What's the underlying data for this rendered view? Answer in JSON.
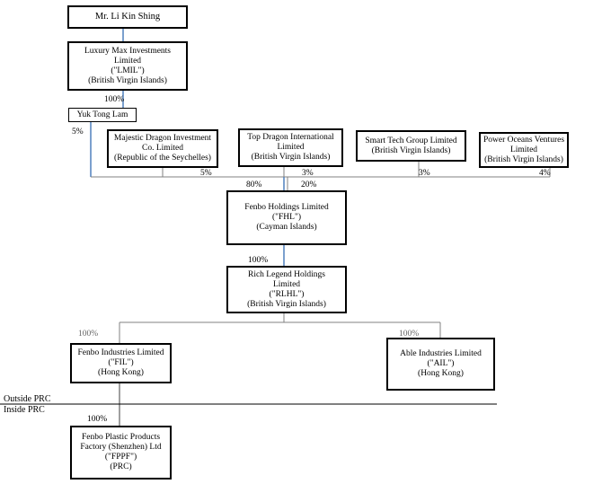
{
  "entities": {
    "li": {
      "lines": [
        "Mr. Li Kin Shing"
      ]
    },
    "lmil": {
      "lines": [
        "Luxury Max Investments",
        "Limited",
        "(\"LMIL\")",
        "(British Virgin Islands)"
      ]
    },
    "ytl": {
      "lines": [
        "Yuk Tong Lam"
      ]
    },
    "majestic": {
      "lines": [
        "Majestic Dragon Investment",
        "Co. Limited",
        "(Republic of the Seychelles)"
      ]
    },
    "topdragon": {
      "lines": [
        "Top Dragon International",
        "Limited",
        "(British Virgin Islands)"
      ]
    },
    "smarttech": {
      "lines": [
        "Smart Tech Group Limited",
        "(British Virgin Islands)"
      ]
    },
    "poweroceans": {
      "lines": [
        "Power Oceans Ventures",
        "Limited",
        "(British Virgin Islands)"
      ]
    },
    "fhl": {
      "lines": [
        "Fenbo Holdings Limited",
        "(\"FHL\")",
        "(Cayman Islands)"
      ]
    },
    "rlhl": {
      "lines": [
        "Rich Legend Holdings",
        "Limited",
        "(\"RLHL\")",
        "(British Virgin Islands)"
      ]
    },
    "fil": {
      "lines": [
        "Fenbo Industries Limited",
        "(\"FIL\")",
        "(Hong Kong)"
      ]
    },
    "ail": {
      "lines": [
        "Able Industries Limited",
        "(\"AIL\")",
        "(Hong Kong)"
      ]
    },
    "fppf": {
      "lines": [
        "Fenbo Plastic Products",
        "Factory (Shenzhen) Ltd",
        "(\"FPPF\")",
        "(PRC)"
      ]
    }
  },
  "percentages": {
    "lmil_to_ytl": "100%",
    "ytl_to_fhl": "5%",
    "majestic_to_fhl": "5%",
    "topdragon_to_fhl": "3%",
    "smarttech_to_fhl": "3%",
    "poweroceans_to_fhl": "4%",
    "fhl_left": "80%",
    "fhl_right": "20%",
    "fhl_to_rlhl": "100%",
    "rlhl_to_fil": "100%",
    "rlhl_to_ail": "100%",
    "fil_to_fppf": "100%"
  },
  "regions": {
    "outside": "Outside PRC",
    "inside": "Inside PRC"
  },
  "colors": {
    "connector_blue": "#4f81bd",
    "connector_grey": "#808080",
    "box_border": "#000000"
  }
}
